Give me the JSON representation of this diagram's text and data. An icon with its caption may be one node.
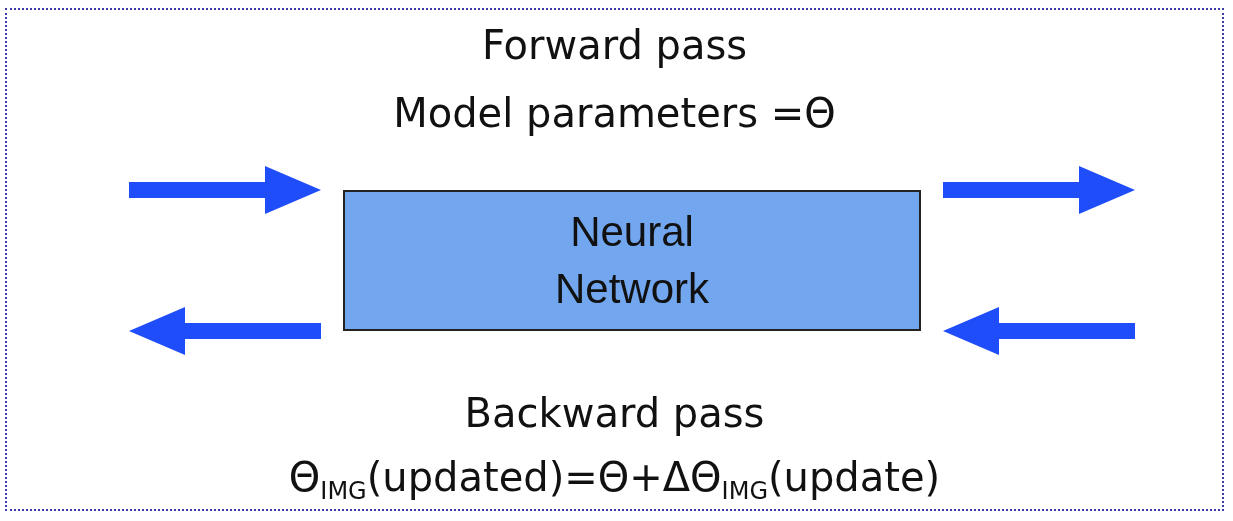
{
  "diagram": {
    "nodes": [
      {
        "text": [
          "Forward pass",
          "Model parameters =Θ",
          "Backward pass",
          "Θ$_{IMG}$(updated)=Θ+ΔΘ$_{IMG}$(update)"
        ]
      },
      {
        "text": [
          "Neural Network"
        ],
        "in": 0
      }
    ],
    "edges": [
      {
        "from": null,
        "to": 1,
        "arrow": "to"
      },
      {
        "from": 1,
        "to": null,
        "arrow": "to"
      },
      {
        "from": 1,
        "to": null,
        "arrow": "to"
      },
      {
        "from": null,
        "to": 1,
        "arrow": "to"
      }
    ]
  }
}
